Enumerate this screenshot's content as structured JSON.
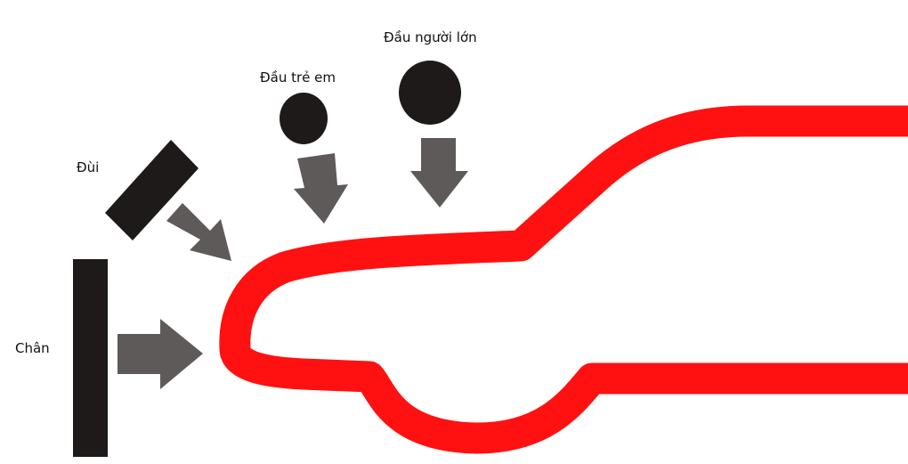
{
  "labels": {
    "leg": "Chân",
    "thigh": "Đùi",
    "child_head": "Đầu trẻ  em",
    "adult_head": "Đầu người lớn"
  },
  "colors": {
    "car_outline": "#ff1111",
    "impactor": "#1e1a19",
    "arrow": "#5e5a59"
  }
}
